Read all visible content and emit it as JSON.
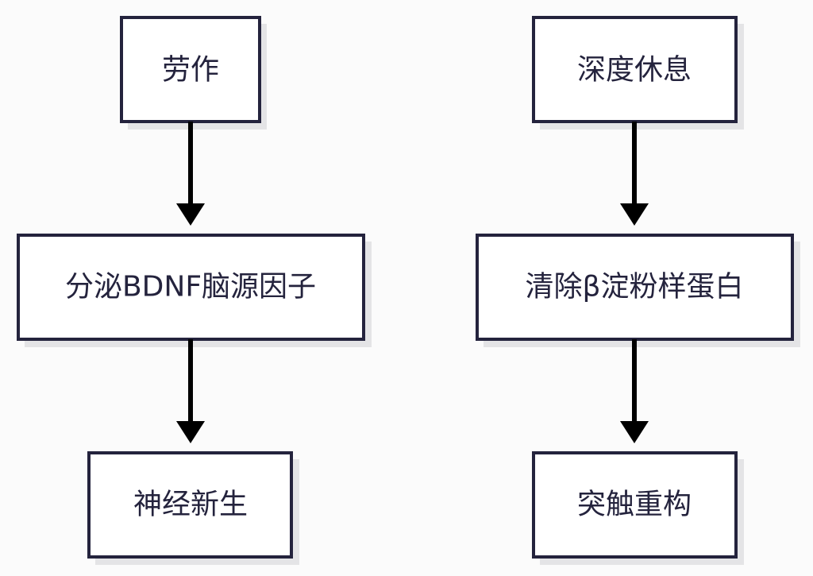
{
  "nodes": {
    "labor": "劳作",
    "bdnf": "分泌BDNF脑源因子",
    "neurogenesis": "神经新生",
    "deep_rest": "深度休息",
    "amyloid": "清除β淀粉样蛋白",
    "synapse": "突触重构"
  },
  "edges": [
    {
      "from": "labor",
      "to": "bdnf"
    },
    {
      "from": "bdnf",
      "to": "neurogenesis"
    },
    {
      "from": "deep_rest",
      "to": "amyloid"
    },
    {
      "from": "amyloid",
      "to": "synapse"
    }
  ],
  "colors": {
    "background": "#fbfbfb",
    "node_fill": "#ffffff",
    "node_border": "#24233d",
    "node_shadow": "#e4e4e6",
    "text": "#24233d",
    "arrow": "#000000"
  }
}
